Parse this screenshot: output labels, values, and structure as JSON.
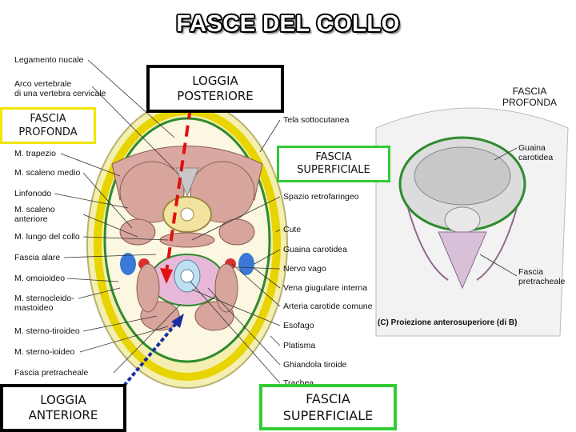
{
  "title": "FASCE DEL COLLO",
  "boxes": {
    "loggia_posteriore": "LOGGIA\nPOSTERIORE",
    "fascia_profonda_left": "FASCIA\nPROFONDA",
    "fascia_profonda_right": "FASCIA\nPROFONDA",
    "fascia_superficiale_mid": "FASCIA\nSUPERFICIALE",
    "loggia_anteriore": "LOGGIA\nANTERIORE",
    "fascia_superficiale_bottom": "FASCIA\nSUPERFICIALE"
  },
  "left_labels": [
    "Legamento nucale",
    "Arco vertebrale\ndi una vertebra cervicale",
    "M. trapezio",
    "M. scaleno medio",
    "Linfonodo",
    "M. scaleno\nanteriore",
    "M. lungo del collo",
    "Fascia alare",
    "M. omoioideo",
    "M. sternocleido-\nmastoideo",
    "M. sterno-tiroideo",
    "M. sterno-ioideo",
    "Fascia pretracheale"
  ],
  "right_labels": [
    "Tela sottocutanea",
    "Spazio retrofaringeo",
    "Cute",
    "Guaina carotidea",
    "Nervo vago",
    "Vena giugulare interna",
    "Arteria carotide comune",
    "Esofago",
    "Platisma",
    "Ghiandola tiroide",
    "Trachea"
  ],
  "inset_labels": {
    "guaina": "Guaina\ncarotidea",
    "pretracheale": "Fascia\npretracheale",
    "caption": "(C)  Proiezione anterosuperiore (di B)"
  },
  "colors": {
    "fascia_deep": "#2e8b2e",
    "fascia_superficial": "#f0e600",
    "muscle": "#d9a8a0",
    "bone": "#f3e3a0",
    "vessel_blue": "#3a78d8",
    "vessel_red": "#d83030",
    "arrow_red": "#e01010",
    "arrow_blue": "#1a2ea0"
  }
}
